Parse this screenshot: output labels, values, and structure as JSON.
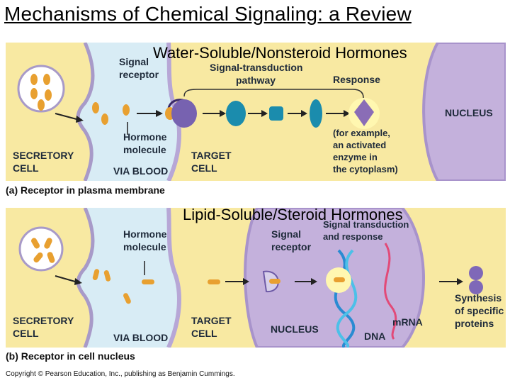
{
  "title": "Mechanisms of Chemical Signaling: a Review",
  "panel_a": {
    "overlay_title": "Water-Soluble/Nonsteroid Hormones",
    "signal_receptor": [
      "Signal",
      "receptor"
    ],
    "pathway": [
      "Signal-transduction",
      "pathway"
    ],
    "response": "Response",
    "nucleus": "NUCLEUS",
    "hormone_molecule": [
      "Hormone",
      "molecule"
    ],
    "secretory_cell": [
      "SECRETORY",
      "CELL"
    ],
    "via_blood": "VIA BLOOD",
    "target_cell": [
      "TARGET",
      "CELL"
    ],
    "example": [
      "(for example,",
      "an activated",
      "enzyme in",
      "the cytoplasm)"
    ],
    "caption": "(a) Receptor in plasma membrane"
  },
  "panel_b": {
    "overlay_title": "Lipid-Soluble/Steroid Hormones",
    "hormone_molecule": [
      "Hormone",
      "molecule"
    ],
    "signal_receptor": [
      "Signal",
      "receptor"
    ],
    "signal_transduction": [
      "Signal transduction",
      "and response"
    ],
    "synthesis": [
      "Synthesis",
      "of specific",
      "proteins"
    ],
    "secretory_cell": [
      "SECRETORY",
      "CELL"
    ],
    "via_blood": "VIA BLOOD",
    "target_cell": [
      "TARGET",
      "CELL"
    ],
    "nucleus": "NUCLEUS",
    "mrna": "mRNA",
    "dna": "DNA",
    "caption": "(b) Receptor in cell nucleus"
  },
  "copyright": "Copyright © Pearson Education, Inc., publishing as Benjamin Cummings."
}
